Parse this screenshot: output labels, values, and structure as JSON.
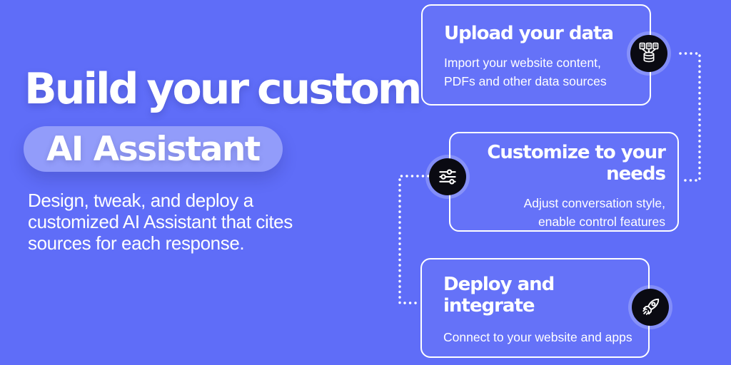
{
  "hero": {
    "title": "Build your custom",
    "badge": "AI Assistant",
    "description": "Design, tweak, and deploy a\ncustomized AI Assistant that cites\nsources for each response."
  },
  "steps": [
    {
      "title": "Upload your data",
      "description": "Import your website content,\nPDFs and other data sources",
      "icon": "documents-to-database-icon"
    },
    {
      "title": "Customize to your\nneeds",
      "description": "Adjust conversation style,\nenable control features",
      "icon": "sliders-icon"
    },
    {
      "title": "Deploy and\nintegrate",
      "description": "Connect to your website and apps",
      "icon": "rocket-icon"
    }
  ],
  "colors": {
    "bg": "#5F6DF8",
    "text": "#FFFFFF",
    "card_border": "#FFFFFF",
    "badge_bg": "rgba(255,255,255,0.32)",
    "icon_bg": "#0A0A12",
    "halo": "rgba(255,255,255,0.22)",
    "dot": "#FFFFFF"
  }
}
